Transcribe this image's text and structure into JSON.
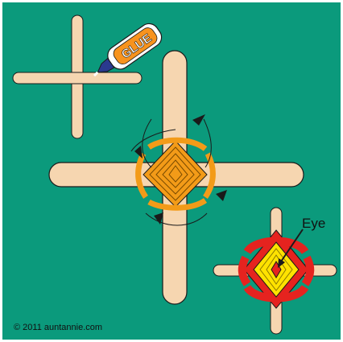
{
  "labels": {
    "eye": "Eye",
    "copyright": "© 2011 auntannie.com"
  },
  "glue_bottle": {
    "text": "GLUE"
  },
  "colors": {
    "background": "#0b9a7c",
    "stick": "#f6d6b0",
    "stick_outline": "#1a1a1a",
    "yarn_orange": "#f39b18",
    "yarn_red": "#e5231f",
    "yarn_yellow": "#ffe200",
    "glue_body": "#ffffff",
    "glue_label": "#f7931e",
    "glue_cap": "#2a3a8f"
  },
  "icons": [
    "glue-bottle-icon",
    "arrow-icon"
  ]
}
